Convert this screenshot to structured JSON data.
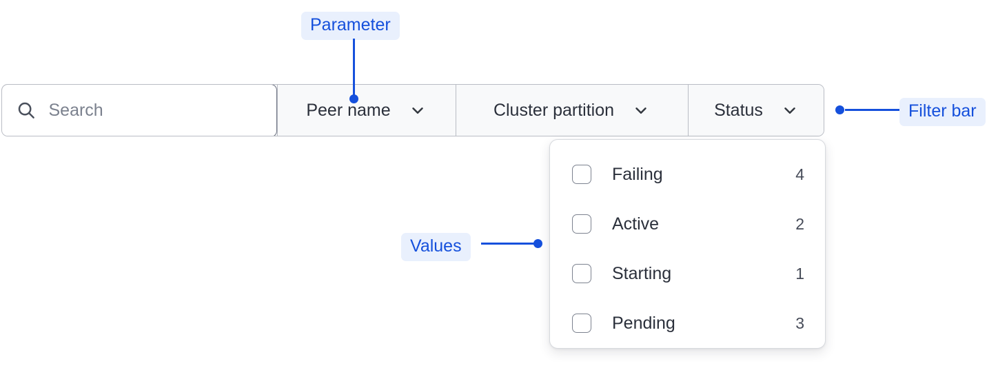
{
  "filter_bar": {
    "search": {
      "icon": "search-icon",
      "placeholder": "Search",
      "value": ""
    },
    "filters": [
      {
        "label": "Peer name",
        "icon": "chevron-down-icon"
      },
      {
        "label": "Cluster partition",
        "icon": "chevron-down-icon"
      },
      {
        "label": "Status",
        "icon": "chevron-down-icon"
      }
    ]
  },
  "status_dropdown": {
    "options": [
      {
        "label": "Failing",
        "count": "4",
        "checked": false
      },
      {
        "label": "Active",
        "count": "2",
        "checked": false
      },
      {
        "label": "Starting",
        "count": "1",
        "checked": false
      },
      {
        "label": "Pending",
        "count": "3",
        "checked": false
      }
    ]
  },
  "annotations": {
    "parameter": "Parameter",
    "values": "Values",
    "filter_bar": "Filter bar"
  },
  "colors": {
    "annotation_text": "#1550dc",
    "annotation_bg": "#e9f0fd",
    "bar_border": "#b9bcc4",
    "search_border": "#6b7180",
    "bar_bg": "#f8f9fa",
    "text": "#2b303b",
    "placeholder": "#7b818e"
  }
}
